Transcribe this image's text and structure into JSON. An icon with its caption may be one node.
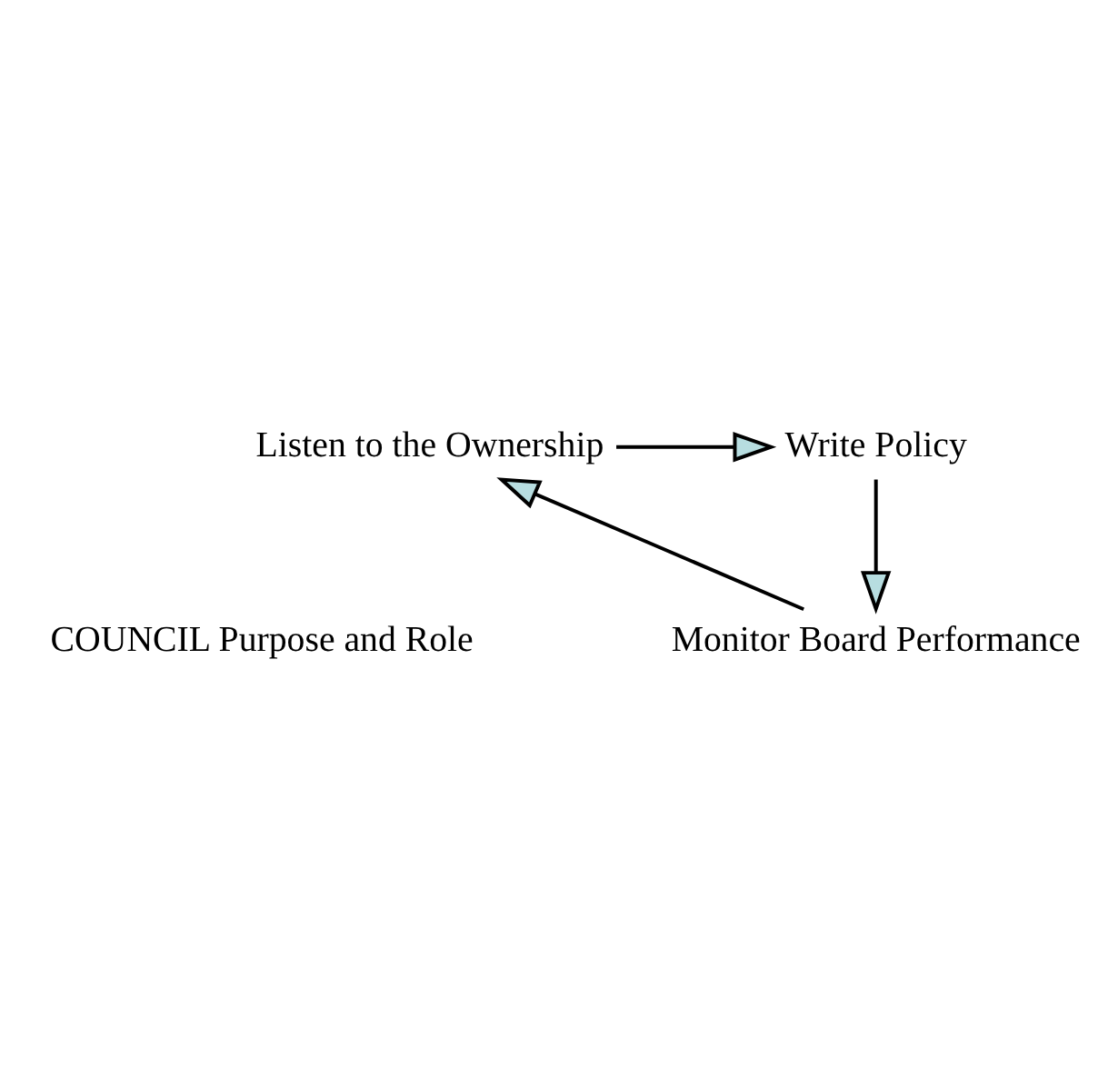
{
  "diagram": {
    "nodes": [
      {
        "text": [
          "Listen to the Ownership"
        ]
      },
      {
        "text": [
          "Write Policy"
        ]
      },
      {
        "text": [
          "Monitor Board Performance"
        ]
      }
    ],
    "edges": [
      {
        "from": 0,
        "to": 1,
        "arrow": "to"
      },
      {
        "from": 1,
        "to": 2,
        "arrow": "to"
      },
      {
        "from": 2,
        "to": 0,
        "arrow": "to"
      }
    ],
    "labels": [
      "COUNCIL Purpose and Role"
    ]
  }
}
